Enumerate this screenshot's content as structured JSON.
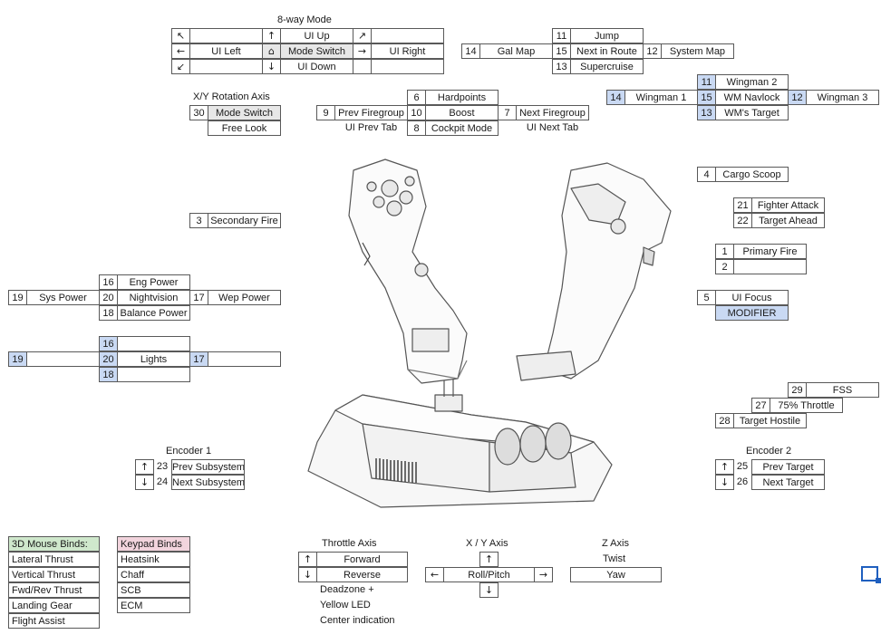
{
  "eightway": {
    "title": "8-way Mode",
    "up": "UI Up",
    "left": "UI Left",
    "switch": "Mode Switch",
    "right": "UI Right",
    "down": "UI Down"
  },
  "topright": {
    "n11": "11",
    "jump": "Jump",
    "n14": "14",
    "galmap": "Gal Map",
    "n15": "15",
    "next_route": "Next in Route",
    "n12": "12",
    "system_map": "System Map",
    "n13": "13",
    "supercruise": "Supercruise"
  },
  "wingman": {
    "n11": "11",
    "w2": "Wingman 2",
    "n14": "14",
    "w1": "Wingman 1",
    "n15": "15",
    "navlock": "WM Navlock",
    "n12": "12",
    "w3": "Wingman 3",
    "n13": "13",
    "target": "WM's Target"
  },
  "rotation": {
    "title": "X/Y Rotation Axis",
    "n30": "30",
    "mode_switch": "Mode Switch",
    "free_look": "Free Look"
  },
  "hardpoints": {
    "n6": "6",
    "hardpoints": "Hardpoints",
    "n9": "9",
    "prev_fg": "Prev Firegroup",
    "n10": "10",
    "boost": "Boost",
    "n7": "7",
    "next_fg": "Next Firegroup",
    "prev_tab": "UI Prev Tab",
    "n8": "8",
    "cockpit": "Cockpit Mode",
    "next_tab": "UI Next Tab"
  },
  "cargo": {
    "n4": "4",
    "label": "Cargo Scoop"
  },
  "fighter": {
    "n21": "21",
    "attack": "Fighter Attack",
    "n22": "22",
    "ahead": "Target Ahead"
  },
  "secondary": {
    "n3": "3",
    "label": "Secondary Fire"
  },
  "primary": {
    "n1": "1",
    "label": "Primary Fire",
    "n2": "2"
  },
  "focus": {
    "n5": "5",
    "label": "UI Focus",
    "modifier": "MODIFIER"
  },
  "power": {
    "n16": "16",
    "eng": "Eng Power",
    "n19": "19",
    "sys": "Sys Power",
    "n20": "20",
    "night": "Nightvision",
    "n17": "17",
    "wep": "Wep Power",
    "n18": "18",
    "balance": "Balance Power"
  },
  "lights": {
    "n16": "16",
    "n19": "19",
    "n20": "20",
    "label": "Lights",
    "n17": "17",
    "n18": "18"
  },
  "fss": {
    "n29": "29",
    "fss": "FSS",
    "n27": "27",
    "throttle75": "75% Throttle",
    "n28": "28",
    "hostile": "Target Hostile"
  },
  "encoder1": {
    "title": "Encoder 1",
    "n23": "23",
    "prev": "Prev Subsystem",
    "n24": "24",
    "next": "Next Subsystem"
  },
  "encoder2": {
    "title": "Encoder 2",
    "n25": "25",
    "prev": "Prev Target",
    "n26": "26",
    "next": "Next Target"
  },
  "mouse": {
    "title": "3D Mouse Binds:",
    "items": [
      "Lateral Thrust",
      "Vertical Thrust",
      "Fwd/Rev Thrust",
      "Landing Gear",
      "Flight Assist"
    ]
  },
  "keypad": {
    "title": "Keypad Binds",
    "items": [
      "Heatsink",
      "Chaff",
      "SCB",
      "ECM"
    ]
  },
  "throttle_axis": {
    "title": "Throttle Axis",
    "forward": "Forward",
    "reverse": "Reverse",
    "note1": "Deadzone +",
    "note2": "Yellow LED",
    "note3": "Center indication"
  },
  "xy_axis": {
    "title": "X / Y Axis",
    "label": "Roll/Pitch"
  },
  "z_axis": {
    "title": "Z Axis",
    "twist": "Twist",
    "yaw": "Yaw"
  },
  "icons": {
    "arrow_up": "↑",
    "arrow_down": "↓",
    "arrow_left": "←",
    "arrow_right": "→",
    "arrow_nw": "↖",
    "arrow_ne": "↗",
    "arrow_sw": "↙",
    "home": "⌂"
  },
  "colors": {
    "gray_cell": "#e7e7e7",
    "blue_cell": "#c9d9f3",
    "green_cell": "#cfe8cc",
    "pink_cell": "#f2d4dd",
    "selection": "#1f5fbf"
  }
}
